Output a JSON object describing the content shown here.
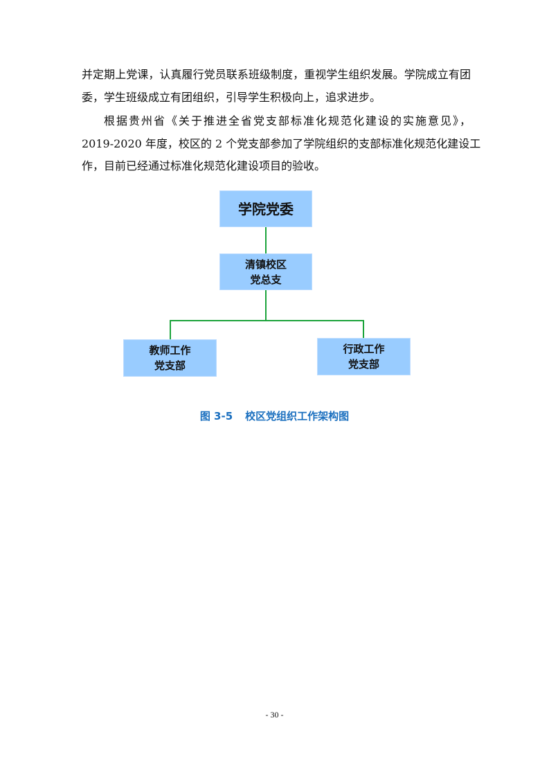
{
  "body_lines": [
    "并定期上党课，认真履行党员联系班级制度，重视学生组织发展。学院成立有团",
    "委，学生班级成立有团组织，引导学生积极向上，追求进步。",
    "根据贵州省《关于推进全省党支部标准化规范化建设的实施意见》，",
    "2019-2020 年度，校区的 2 个党支部参加了学院组织的支部标准化规范化建设工",
    "作，目前已经通过标准化规范化建设项目的验收。"
  ],
  "org_chart": {
    "top": {
      "line1": "学院党委"
    },
    "middle": {
      "line1": "清镇校区",
      "line2": "党总支"
    },
    "left": {
      "line1": "教师工作",
      "line2": "党支部"
    },
    "right": {
      "line1": "行政工作",
      "line2": "党支部"
    },
    "box_color": "#99ccff",
    "connector_color": "#1aa33a"
  },
  "caption": {
    "number": "图 3-5",
    "title": "校区党组织工作架构图"
  },
  "page_number": "- 30 -"
}
